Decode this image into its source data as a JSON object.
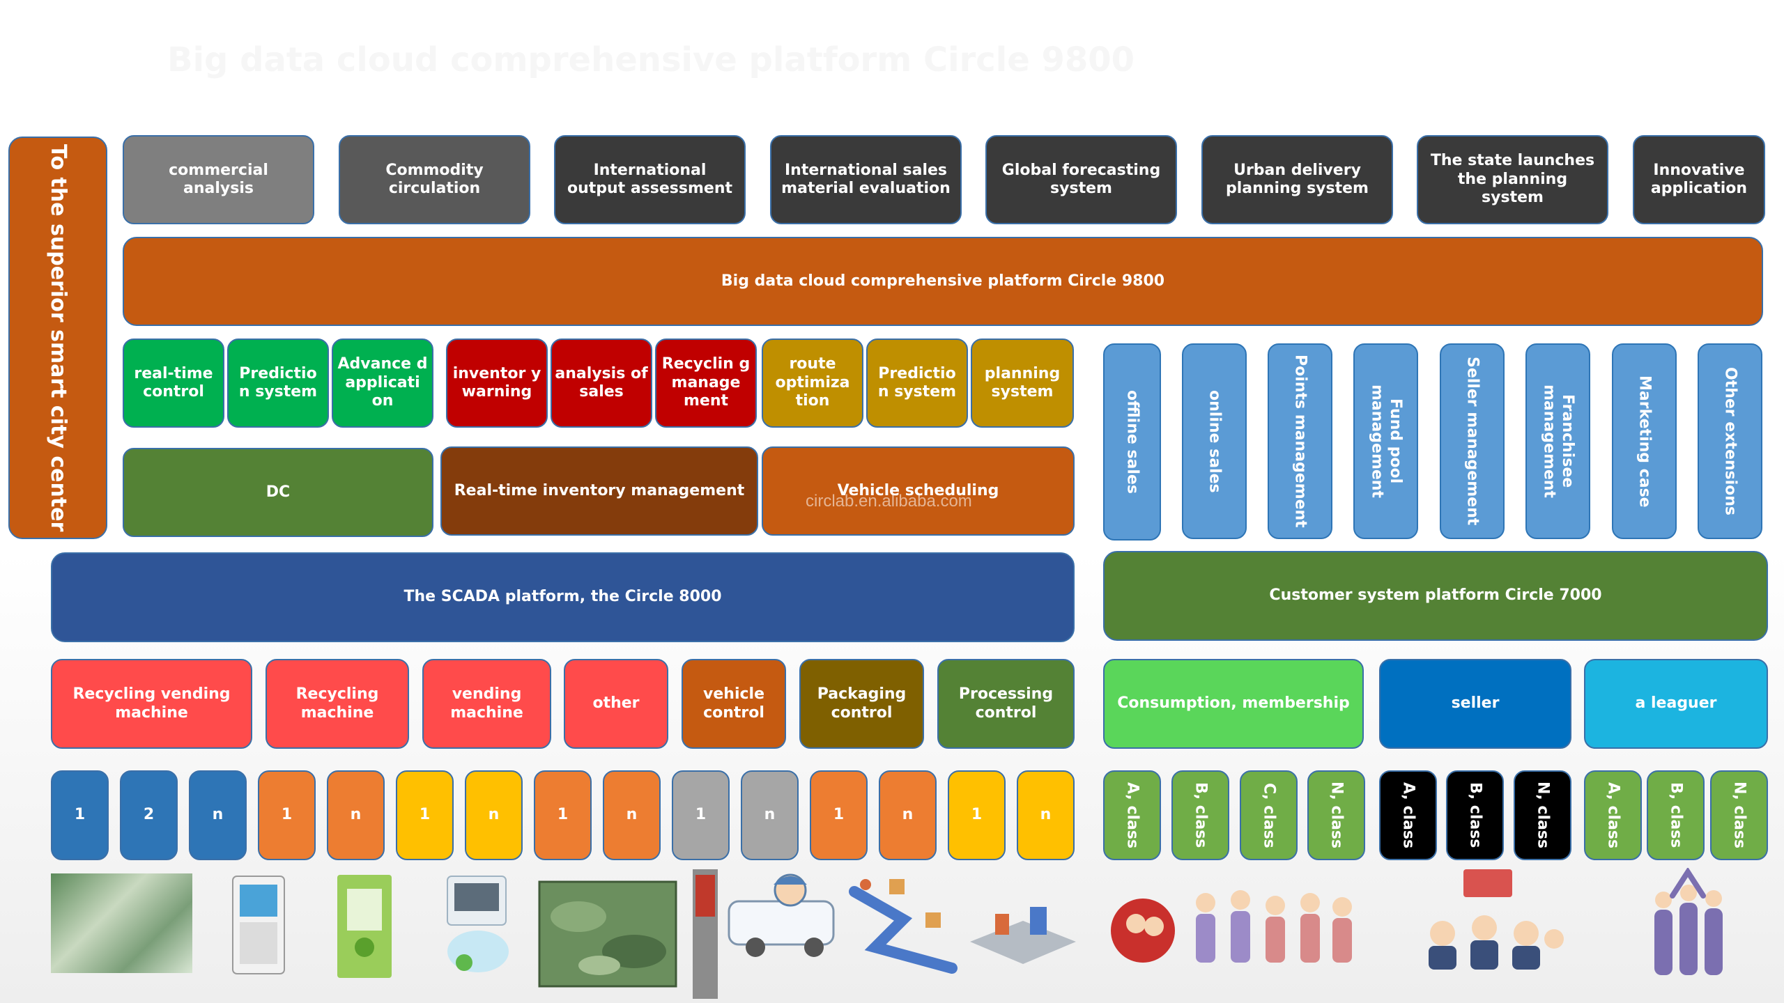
{
  "title": "Big data cloud comprehensive platform Circle 9800",
  "superior_center": "To the superior smart city center",
  "top_apps": [
    "commercial analysis",
    "Commodity circulation",
    "International output assessment",
    "International sales material evaluation",
    "Global forecasting system",
    "Urban delivery planning system",
    "The state launches the planning system",
    "Innovative application"
  ],
  "big_data_platform": "Big data cloud comprehensive platform Circle 9800",
  "mid_modules": [
    "real-time control",
    "Predictio n system",
    "Advance d applicati on",
    "inventor y warning",
    "analysis of sales",
    "Recyclin g manage ment",
    "route optimiza tion",
    "Predictio n system",
    "planning system"
  ],
  "dc": "DC",
  "inventory_mgmt": "Real-time inventory management",
  "vehicle_scheduling": "Vehicle scheduling",
  "watermark": "circlab.en.alibaba.com",
  "customer_modules": [
    "offline sales",
    "online sales",
    "Points management",
    "Fund pool management",
    "Seller management",
    "Franchisee management",
    "Marketing case",
    "Other extensions"
  ],
  "scada_platform": "The SCADA platform, the Circle 8000",
  "customer_platform": "Customer system platform Circle 7000",
  "devices": [
    "Recycling vending machine",
    "Recycling machine",
    "vending machine",
    "other",
    "vehicle control",
    "Packaging control",
    "Processing control"
  ],
  "customer_types": [
    "Consumption, membership",
    "seller",
    "a leaguer"
  ],
  "device_units": [
    "1",
    "2",
    "n",
    "1",
    "n",
    "1",
    "n",
    "1",
    "n",
    "1",
    "n",
    "1",
    "n",
    "1",
    "n"
  ],
  "class_units": [
    "A, class",
    "B, class",
    "C, class",
    "N, class",
    "A, class",
    "B, class",
    "N, class",
    "A, class",
    "B, class",
    "N, class"
  ],
  "colors": {
    "orange": "#c55a11",
    "dark_gray": "#3a3a3a",
    "green": "#00b050",
    "red": "#c00000",
    "gold": "#bf8f00",
    "olive": "#548235",
    "brown": "#843c0c",
    "blue": "#5b9bd5",
    "navy": "#2f5597",
    "coral": "#ff4b4b",
    "light_green": "#5ad65a",
    "seller_blue": "#0070c0",
    "cyan": "#1cb4e0",
    "unit_blue": "#2e75b6",
    "unit_orange": "#ed7d31",
    "unit_yellow": "#ffc000",
    "unit_gray": "#a6a6a6",
    "class_green": "#70ad47",
    "black": "#000000"
  }
}
